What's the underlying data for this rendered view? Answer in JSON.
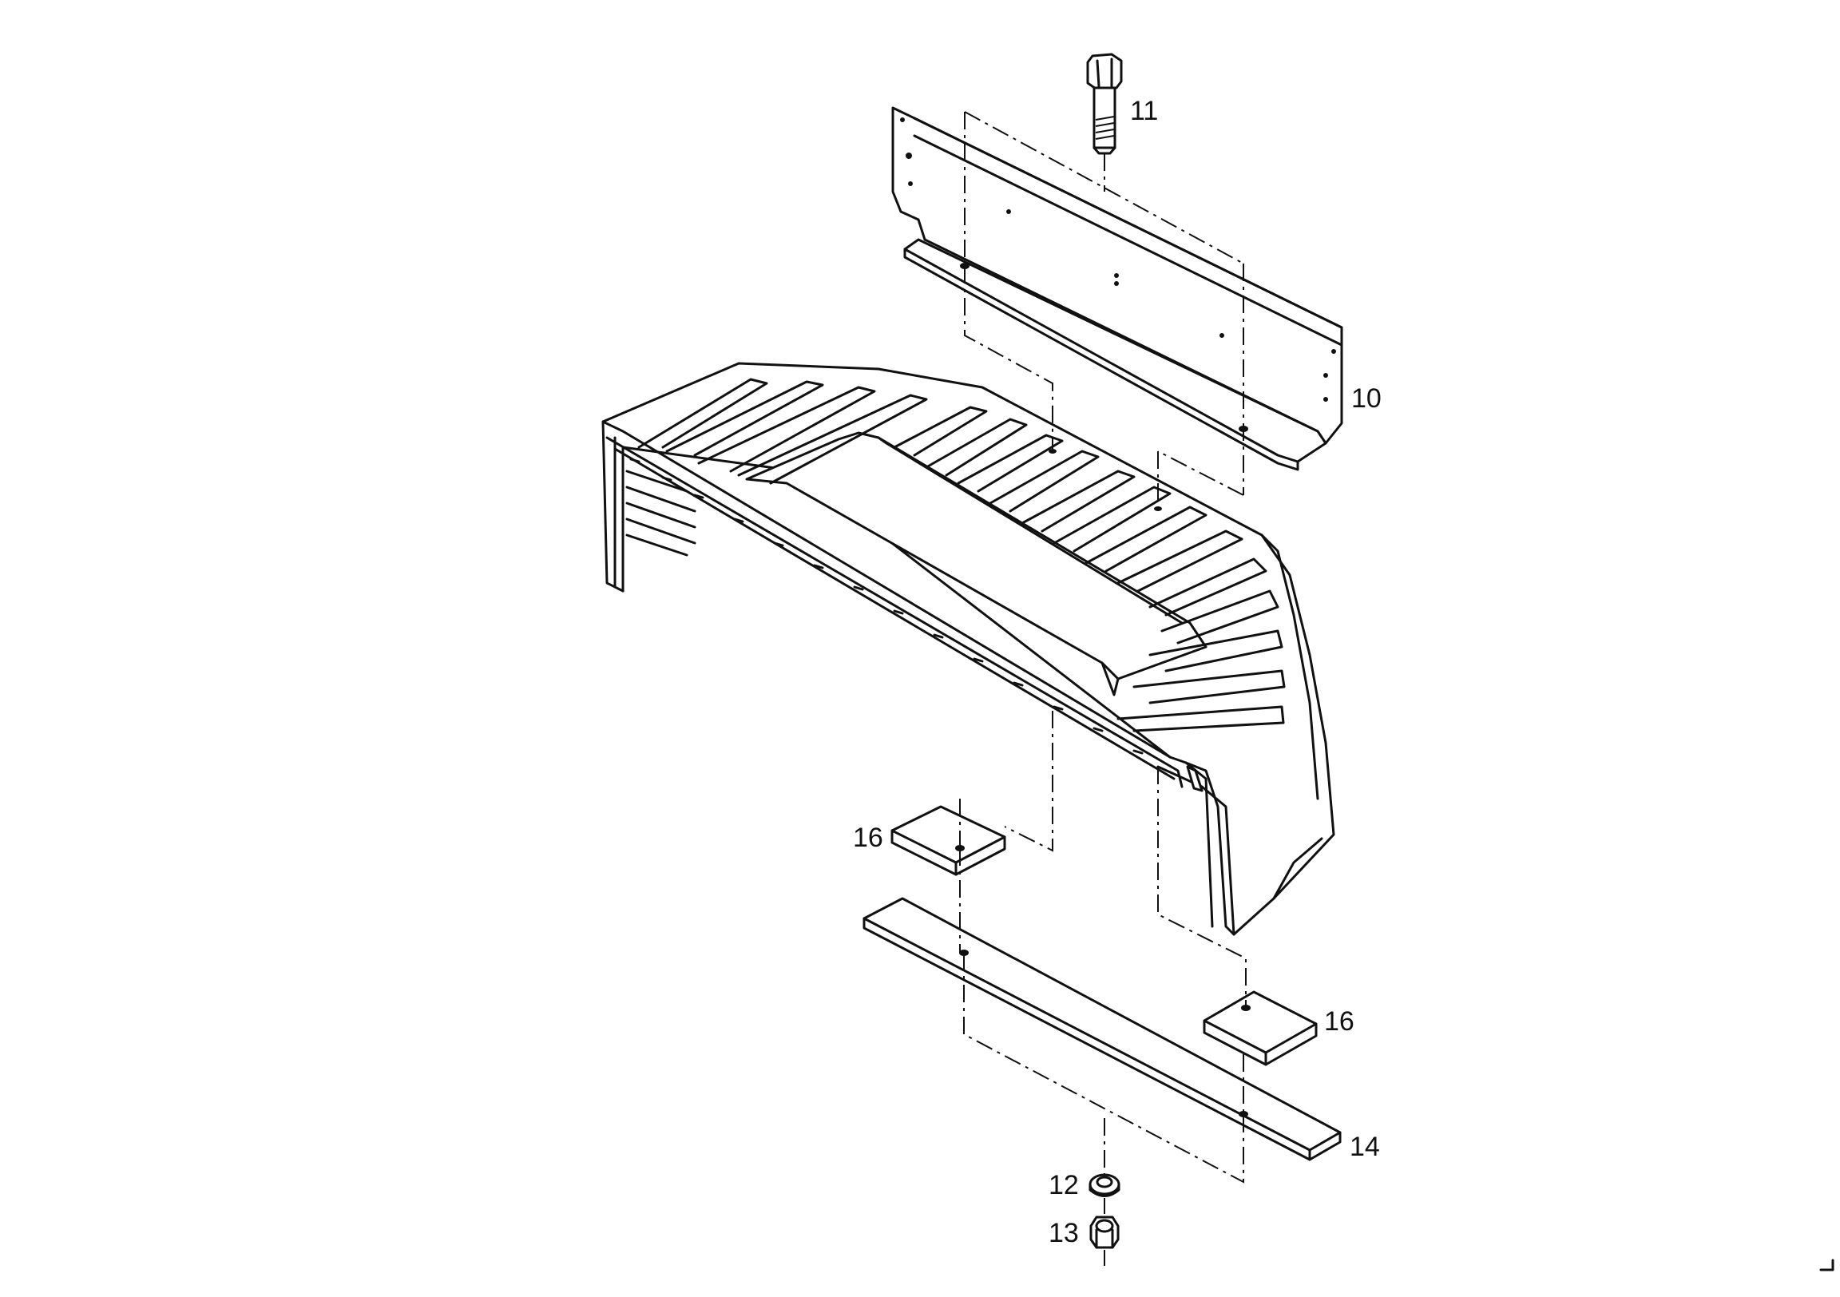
{
  "callouts": [
    {
      "id": "10",
      "label": "10"
    },
    {
      "id": "11",
      "label": "11"
    },
    {
      "id": "12",
      "label": "12"
    },
    {
      "id": "13",
      "label": "13"
    },
    {
      "id": "14",
      "label": "14"
    },
    {
      "id": "16a",
      "label": "16"
    },
    {
      "id": "16b",
      "label": "16"
    }
  ],
  "parts": {
    "p10": "mounting-bracket",
    "p11": "hex-bolt",
    "p12": "lock-washer",
    "p13": "hex-nut",
    "p14": "clamping-strip",
    "p16": "spacer-pad",
    "main": "grille-cover"
  }
}
